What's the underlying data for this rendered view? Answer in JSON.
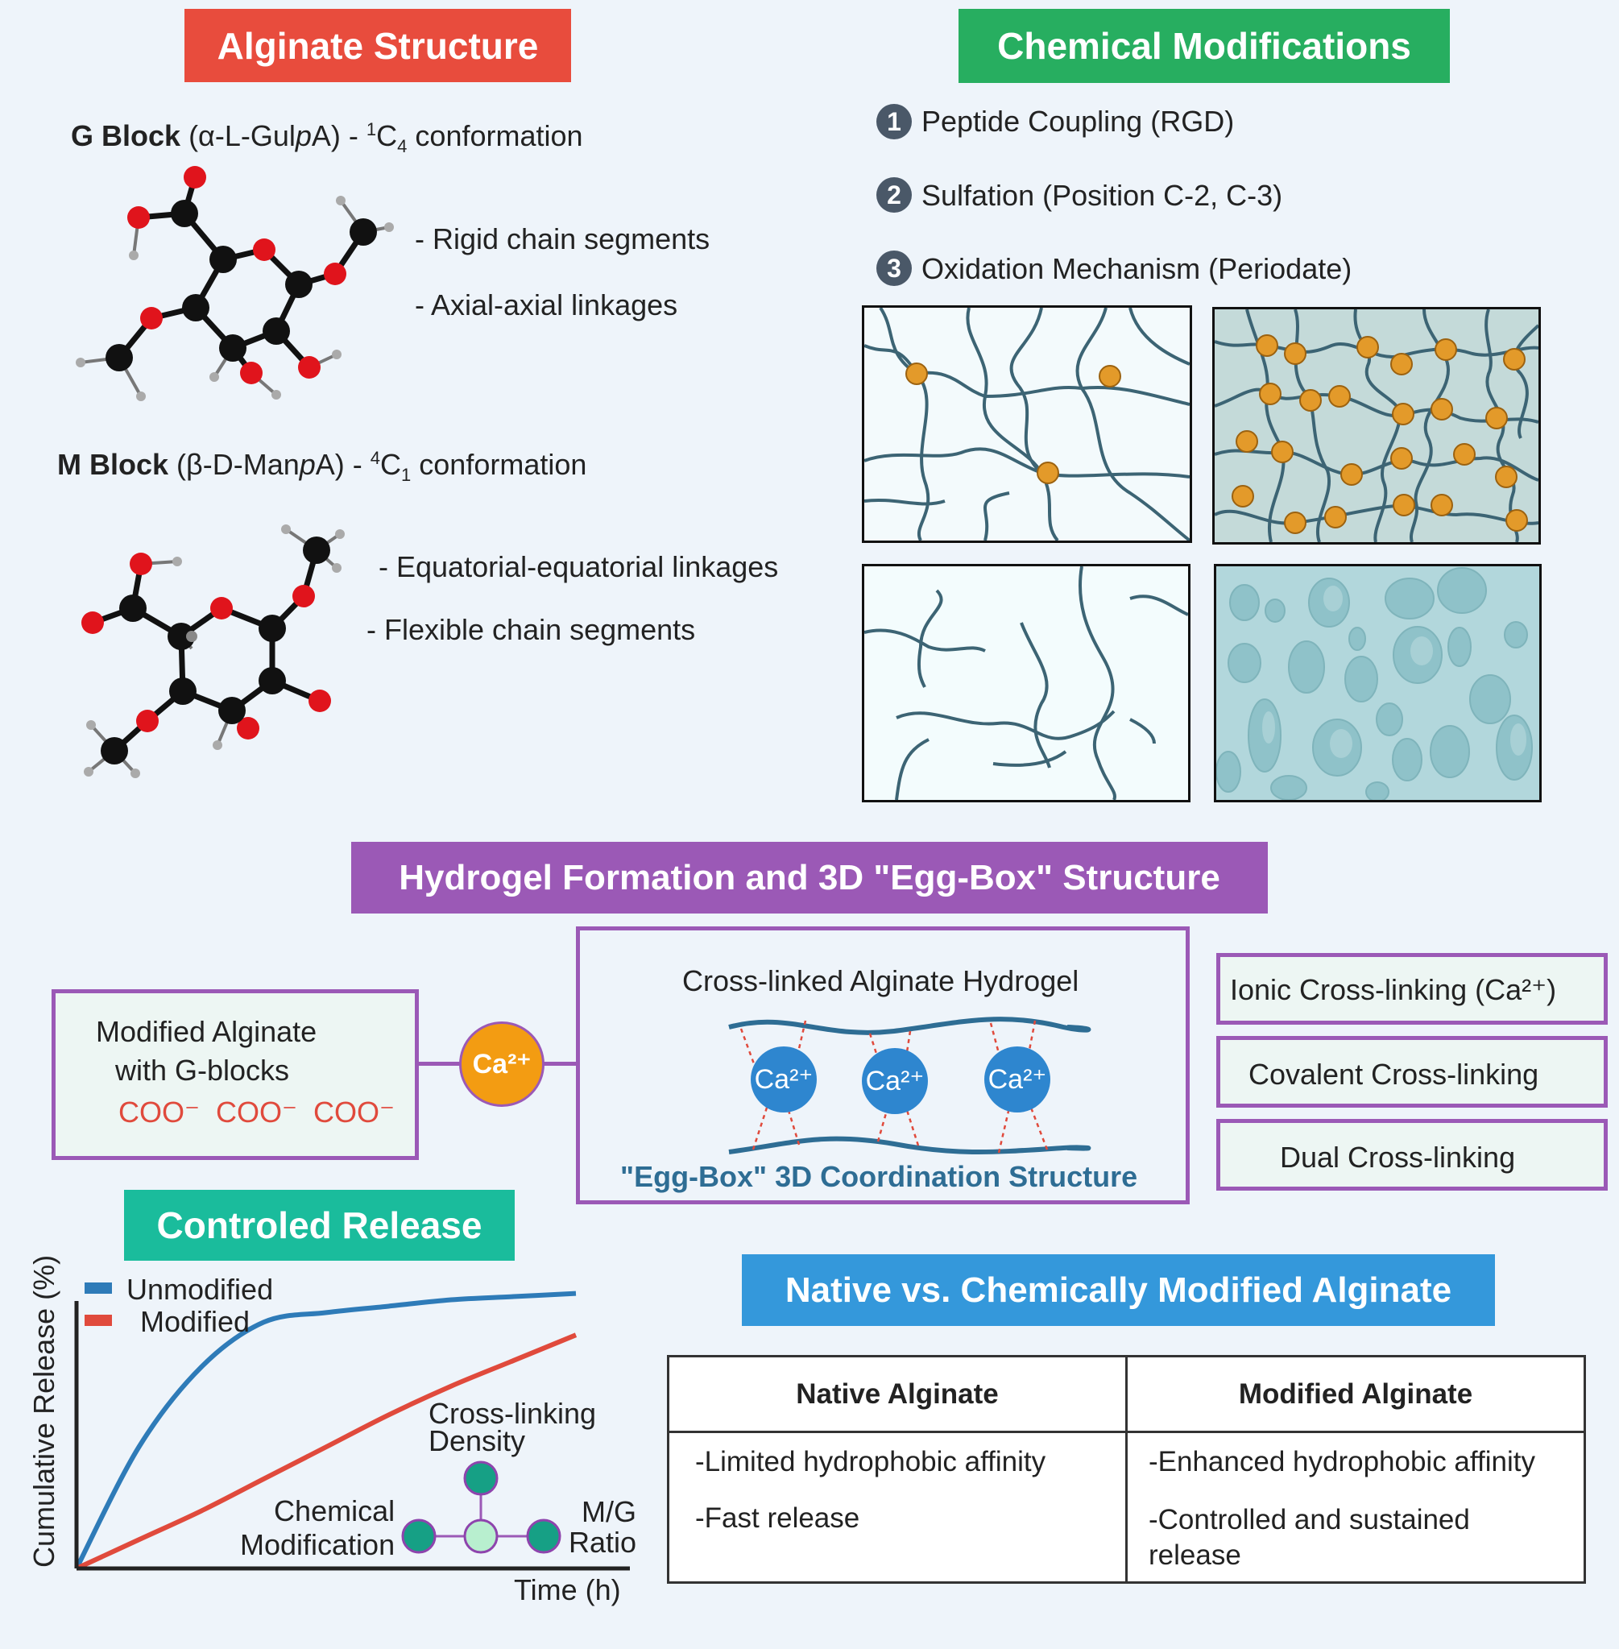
{
  "headers": {
    "alginate_structure": "Alginate Structure",
    "chemical_modifications": "Chemical Modifications",
    "hydrogel_formation": "Hydrogel Formation and 3D \"Egg-Box\" Structure",
    "controlled_release": "Controled Release",
    "native_vs_modified": "Native vs. Chemically Modified Alginate"
  },
  "colors": {
    "red": "#e84c3d",
    "green": "#27ae60",
    "purple": "#9b59b6",
    "teal": "#1abc9c",
    "blue": "#3498db",
    "orange": "#f39c12",
    "atom_black": "#111111",
    "atom_red": "#e0141c"
  },
  "alginate": {
    "g_block": {
      "name": "G Block",
      "formula": "(α-L-Gul",
      "formula_italic": "p",
      "formula_end": "A) - ",
      "conf_sup": "1",
      "conf_letter": "C",
      "conf_sub": "4",
      "conf_word": " conformation",
      "notes": [
        "- Rigid chain segments",
        "- Axial-axial linkages"
      ]
    },
    "m_block": {
      "name": "M Block",
      "formula": "(β-D-Man",
      "formula_italic": "p",
      "formula_end": "A) - ",
      "conf_sup": "4",
      "conf_letter": "C",
      "conf_sub": "1",
      "conf_word": " conformation",
      "notes": [
        "- Equatorial-equatorial linkages",
        "- Flexible chain segments"
      ]
    }
  },
  "modifications": [
    {
      "number": "1",
      "label": "Peptide Coupling (RGD)"
    },
    {
      "number": "2",
      "label": "Sulfation (Position C-2, C-3)"
    },
    {
      "number": "3",
      "label": "Oxidation Mechanism (Periodate)"
    }
  ],
  "hydrogel": {
    "modified_alginate_line1": "Modified Alginate",
    "modified_alginate_line2": "with G-blocks",
    "coo_labels": [
      "COO⁻",
      "COO⁻",
      "COO⁻"
    ],
    "calcium_ion": "Ca²⁺",
    "crosslinked_title": "Cross-linked Alginate Hydrogel",
    "egg_box_ions": [
      "Ca²⁺",
      "Ca²⁺",
      "Ca²⁺"
    ],
    "egg_box_caption": "\"Egg-Box\" 3D Coordination Structure",
    "crosslink_types": [
      "Ionic Cross-linking (Ca²⁺)",
      "Covalent Cross-linking",
      "Dual Cross-linking"
    ]
  },
  "chart_data": {
    "type": "line",
    "title": "Controled Release",
    "xlabel": "Time (h)",
    "ylabel": "Cumulative Release (%)",
    "legend_position": "top-left",
    "series": [
      {
        "name": "Unmodified",
        "color": "#2e7bb8",
        "x": [
          0,
          1,
          2,
          3,
          4,
          5,
          6,
          7,
          8
        ],
        "values": [
          0,
          38,
          63,
          77,
          80,
          82,
          84,
          85,
          86
        ]
      },
      {
        "name": "Modified",
        "color": "#e04a3c",
        "x": [
          0,
          1,
          2,
          3,
          4,
          5,
          6,
          7,
          8
        ],
        "values": [
          0,
          9,
          18,
          28,
          38,
          48,
          57,
          65,
          73
        ]
      }
    ],
    "factors": {
      "top": "Cross-linking\nDensity",
      "left": "Chemical\nModification",
      "right": "M/G\nRatio"
    }
  },
  "comparison": {
    "headers": [
      "Native Alginate",
      "Modified Alginate"
    ],
    "native": [
      "-Limited hydrophobic affinity",
      "-Fast release"
    ],
    "modified": [
      "-Enhanced hydrophobic affinity",
      "-Controlled and sustained release"
    ]
  }
}
